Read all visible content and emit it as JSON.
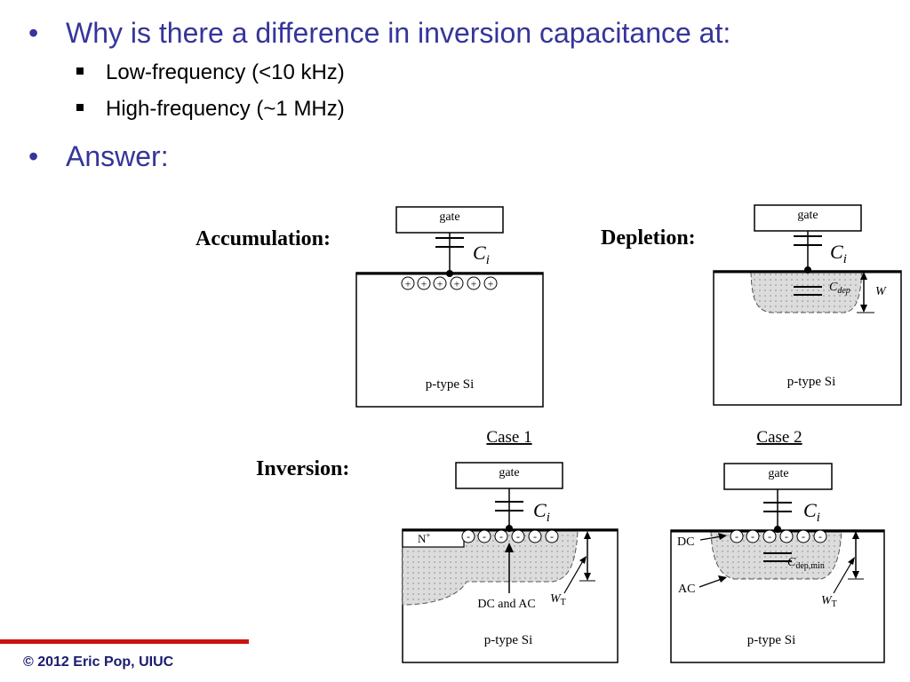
{
  "bullets": {
    "question": "Why is there a difference in inversion capacitance at:",
    "sub_items": [
      "Low-frequency (<10 kHz)",
      "High-frequency (~1 MHz)"
    ],
    "answer": "Answer:"
  },
  "diagrams": {
    "accumulation": {
      "title": "Accumulation:",
      "gate": "gate",
      "cap_symbol": "C",
      "cap_sub": "i",
      "substrate": "p-type Si",
      "charges": [
        "+",
        "+",
        "+",
        "+",
        "+",
        "+"
      ]
    },
    "depletion": {
      "title": "Depletion:",
      "gate": "gate",
      "cap_symbol": "C",
      "cap_sub": "i",
      "dep_symbol": "C",
      "dep_sub": "dep",
      "width_label": "W",
      "substrate": "p-type Si"
    },
    "inversion": {
      "title": "Inversion:",
      "case1": {
        "caption": "Case 1",
        "gate": "gate",
        "cap_symbol": "C",
        "cap_sub": "i",
        "n_label": "N",
        "n_sup": "+",
        "charges": [
          "-",
          "-",
          "-",
          "-",
          "-",
          "-"
        ],
        "note": "DC and AC",
        "width_symbol": "W",
        "width_sub": "T",
        "substrate": "p-type Si"
      },
      "case2": {
        "caption": "Case 2",
        "gate": "gate",
        "cap_symbol": "C",
        "cap_sub": "i",
        "dep_symbol": "C",
        "dep_sub": "dep,min",
        "charges": [
          "-",
          "-",
          "-",
          "-",
          "-",
          "-"
        ],
        "dc_label": "DC",
        "ac_label": "AC",
        "width_symbol": "W",
        "width_sub": "T",
        "substrate": "p-type Si"
      }
    }
  },
  "footer": {
    "text": "© 2012 Eric Pop, UIUC"
  }
}
